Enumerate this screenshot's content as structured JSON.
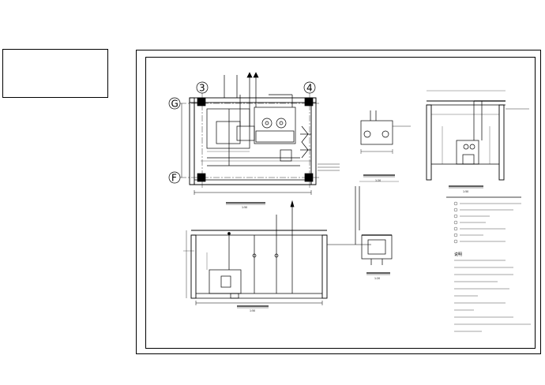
{
  "axes": {
    "axis_3": "3",
    "axis_4": "4",
    "axis_g": "G",
    "axis_f": "F"
  },
  "titles": {
    "plan_a_scale": "1:50",
    "plan_b_scale": "1:50",
    "detail_scale": "1:20",
    "section_scale": "1:50",
    "section_1_scale": "1:20"
  },
  "notes": {
    "heading": "说明"
  }
}
